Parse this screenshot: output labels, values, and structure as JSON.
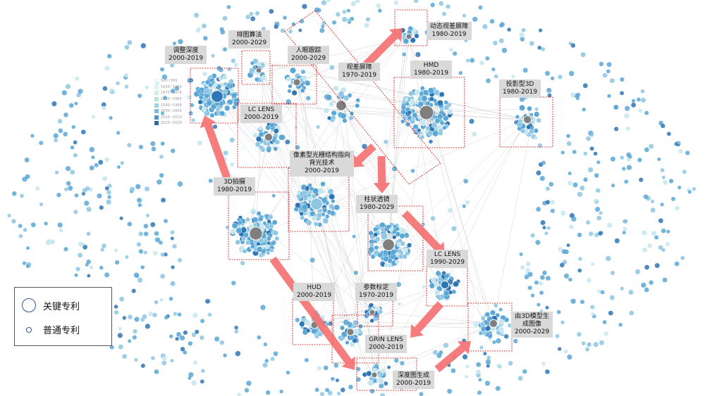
{
  "colors": {
    "node_light": "#c6e6ef",
    "node_mid": "#8ec7e3",
    "node_blue": "#5aa7d6",
    "node_dark": "#2e75b6",
    "edge": "#9a9a9a",
    "hub": "#7f7f7f",
    "arrow": "#f56f6f",
    "box": "#d9201f",
    "tag_bg": "#d9d9d9"
  },
  "clusters": [
    {
      "id": "depth-adjust",
      "label": "调整深度\n2000-2019",
      "hub_color": "#2e75b6"
    },
    {
      "id": "layout-algo",
      "label": "排图算法\n2000-2029"
    },
    {
      "id": "eye-tracking",
      "label": "人眼跟踪\n2000-2029"
    },
    {
      "id": "dynamic-parallax",
      "label": "动态视差屏障\n1980-2019"
    },
    {
      "id": "parallax-barrier",
      "label": "视差屏障\n1970-2019"
    },
    {
      "id": "hmd",
      "label": "HMD\n1980-2019"
    },
    {
      "id": "projection-3d",
      "label": "投影型3D\n1980-2019"
    },
    {
      "id": "lc-lens-a",
      "label": "LC LENS\n2000-2019"
    },
    {
      "id": "pixel-grating",
      "label": "像素型光栅结构指向\n背光技术\n2000-2019"
    },
    {
      "id": "3d-shooting",
      "label": "3D拍摄\n1980-2019"
    },
    {
      "id": "lenticular",
      "label": "柱状透镜\n1980-2029"
    },
    {
      "id": "lc-lens-b",
      "label": "LC LENS\n1990-2029"
    },
    {
      "id": "hud",
      "label": "HUD\n2000-2019"
    },
    {
      "id": "param-calib",
      "label": "参数标定\n1970-2019"
    },
    {
      "id": "grin-lens",
      "label": "GRIN LENS\n2000-2019"
    },
    {
      "id": "depth-map",
      "label": "深度图生成\n2000-2019"
    },
    {
      "id": "model-gen",
      "label": "由3D模型生\n成图像\n2000-2029"
    }
  ],
  "year_legend": [
    {
      "label": "500~599",
      "color": "#eef7f8"
    },
    {
      "label": "1950~1969",
      "color": "#e0f2ee"
    },
    {
      "label": "1970~1979",
      "color": "#cdeee2"
    },
    {
      "label": "1980~1989",
      "color": "#b7e3d9"
    },
    {
      "label": "1990~1999",
      "color": "#9ed3e4"
    },
    {
      "label": "2000~2009",
      "color": "#7bbbe0"
    },
    {
      "label": "2010~2019",
      "color": "#4f95c9"
    },
    {
      "label": "2020~2029",
      "color": "#2e6aa8"
    }
  ],
  "legend": {
    "key_patent": "关键专利",
    "normal_patent": "普通专利"
  }
}
